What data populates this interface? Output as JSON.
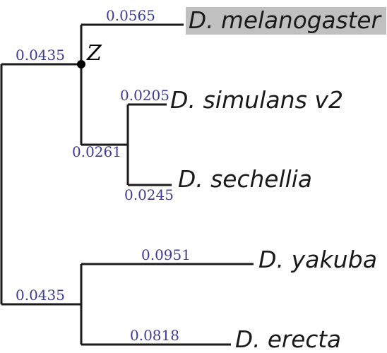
{
  "tree": {
    "taxa": {
      "melanogaster": "D. melanogaster",
      "simulans": "D. simulans v2",
      "sechellia": "D. sechellia",
      "yakuba": "D. yakuba",
      "erecta": "D. erecta"
    },
    "branch_lengths": {
      "melanogaster": "0.0565",
      "simulans": "0.0205",
      "sechellia": "0.0245",
      "sim_sech_clade": "0.0261",
      "mel_group_clade": "0.0435",
      "yakuba": "0.0951",
      "erecta": "0.0818",
      "yak_ere_clade": "0.0435"
    },
    "node_label": "Z",
    "highlighted_taxon": "melanogaster",
    "colors": {
      "branch": "#1a1a1a",
      "branch_length_text": "#3c3c96",
      "highlight": "#c0c0c0",
      "node": "#000000"
    }
  }
}
